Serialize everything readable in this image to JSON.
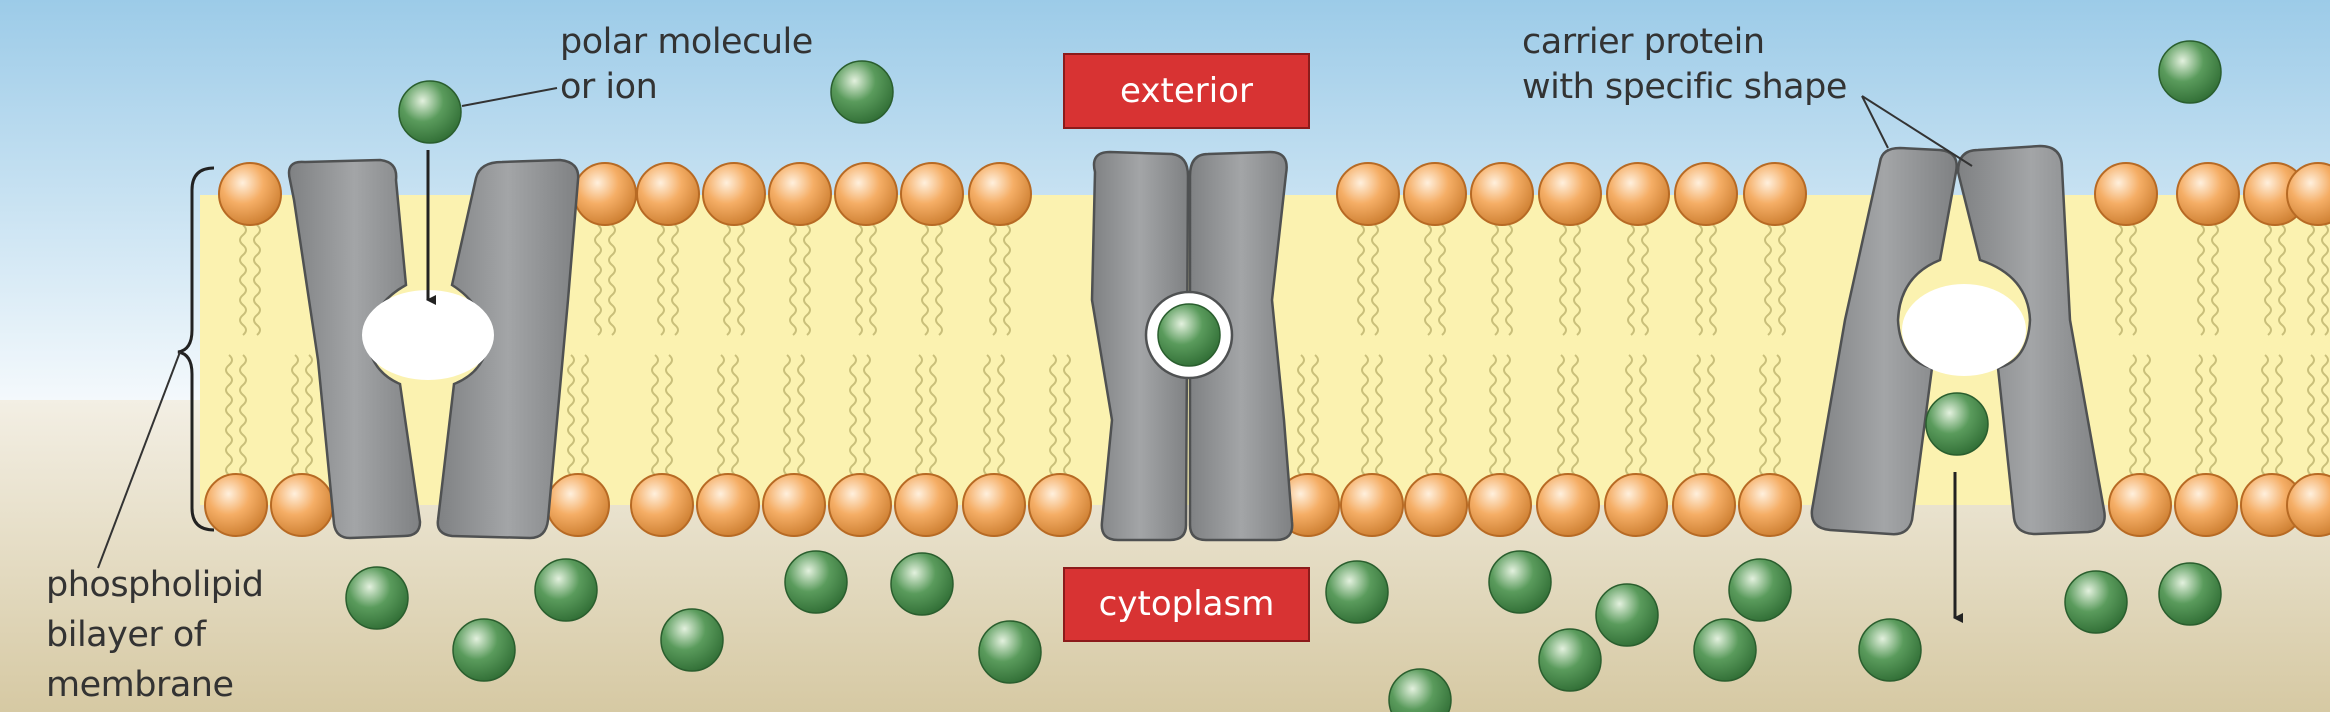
{
  "labels": {
    "polar_molecule": [
      "polar molecule",
      "or ion"
    ],
    "carrier_protein": [
      "carrier protein",
      "with specific shape"
    ],
    "exterior": "exterior",
    "cytoplasm": "cytoplasm",
    "bilayer": [
      "phospholipid",
      "bilayer of",
      "membrane"
    ]
  },
  "colors": {
    "exterior_top": "#9ccbe8",
    "exterior_bottom": "#f4f9fc",
    "cytoplasm_top": "#f3efe4",
    "cytoplasm_bottom": "#d6c9a3",
    "bilayer_core": "#fbf2b0",
    "head_fill": "#f2a35a",
    "head_stroke": "#b76a24",
    "protein_fill": "#8f9193",
    "protein_stroke": "#4f5152",
    "molecule": "#3f8a45",
    "tag_fill": "#d83333"
  },
  "icons": [
    "polar-molecule-icon",
    "phospholipid-head-icon",
    "carrier-protein-icon"
  ]
}
